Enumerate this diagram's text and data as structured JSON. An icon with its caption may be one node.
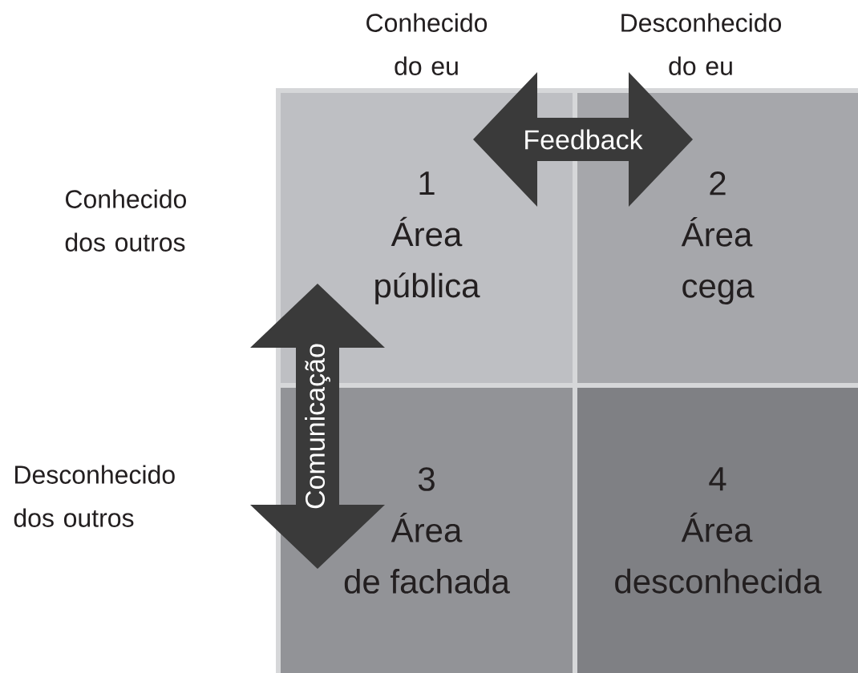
{
  "diagram": {
    "nodes": [
      {
        "text": [
          "1",
          "Área pública"
        ]
      },
      {
        "text": [
          "2",
          "Área cega"
        ]
      },
      {
        "text": [
          "3",
          "Área de fachada"
        ]
      },
      {
        "text": [
          "4",
          "Área desconhecida"
        ]
      }
    ],
    "edges": [
      {
        "from": 0,
        "to": 1,
        "arrow": "both",
        "label": "Feedback",
        "style": "thick"
      },
      {
        "from": 0,
        "to": 2,
        "arrow": "both",
        "label": "Comunicação",
        "style": "thick"
      }
    ],
    "labels": [
      "Conhecido do eu",
      "Desconhecido do eu",
      "Conhecido dos outros",
      "Desconhecido dos outros"
    ]
  }
}
